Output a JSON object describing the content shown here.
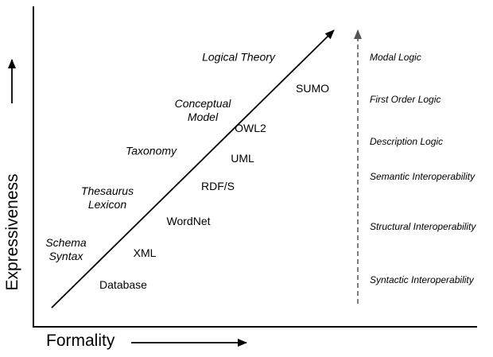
{
  "axis": {
    "y_label": "Expressiveness",
    "x_label": "Formality"
  },
  "levels": [
    "Schema\nSyntax",
    "Thesaurus\nLexicon",
    "Taxonomy",
    "Conceptual\nModel",
    "Logical Theory"
  ],
  "technologies": [
    "Database",
    "XML",
    "WordNet",
    "RDF/S",
    "UML",
    "OWL2",
    "SUMO"
  ],
  "interoperability_scale": [
    "Modal Logic",
    "First Order Logic",
    "Description Logic",
    "Semantic Interoperability",
    "Structural Interoperability",
    "Syntactic Interoperability"
  ],
  "colors": {
    "line": "#000000",
    "dashed_line": "#555555",
    "background": "#ffffff"
  }
}
